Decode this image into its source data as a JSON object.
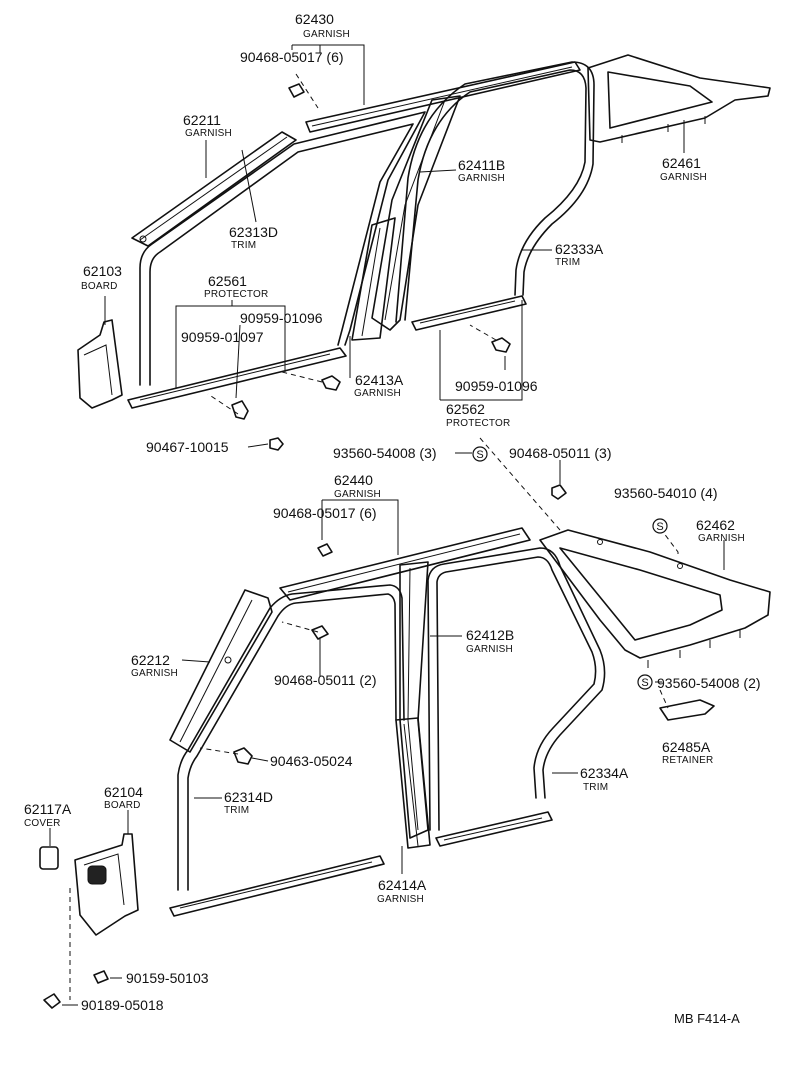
{
  "callouts": {
    "c62430": {
      "num": "62430",
      "name": "GARNISH"
    },
    "c90468_05017_top": {
      "num": "90468-05017 (6)"
    },
    "c62211": {
      "num": "62211",
      "name": "GARNISH"
    },
    "c62313D": {
      "num": "62313D",
      "name": "TRIM"
    },
    "c62411B": {
      "num": "62411B",
      "name": "GARNISH"
    },
    "c62461": {
      "num": "62461",
      "name": "GARNISH"
    },
    "c62333A": {
      "num": "62333A",
      "name": "TRIM"
    },
    "c62103": {
      "num": "62103",
      "name": "BOARD"
    },
    "c62561": {
      "num": "62561",
      "name": "PROTECTOR"
    },
    "c90959_01096_a": {
      "num": "90959-01096"
    },
    "c90959_01097": {
      "num": "90959-01097"
    },
    "c62413A": {
      "num": "62413A",
      "name": "GARNISH"
    },
    "c90959_01096_b": {
      "num": "90959-01096"
    },
    "c62562": {
      "num": "62562",
      "name": "PROTECTOR"
    },
    "c90467_10015": {
      "num": "90467-10015"
    },
    "c93560_54008_3": {
      "num": "93560-54008 (3)"
    },
    "c90468_05011_3": {
      "num": "90468-05011 (3)"
    },
    "c62440": {
      "num": "62440",
      "name": "GARNISH"
    },
    "c90468_05017_bot": {
      "num": "90468-05017 (6)"
    },
    "c93560_54010": {
      "num": "93560-54010 (4)"
    },
    "c62462": {
      "num": "62462",
      "name": "GARNISH"
    },
    "c62412B": {
      "num": "62412B",
      "name": "GARNISH"
    },
    "c62212": {
      "num": "62212",
      "name": "GARNISH"
    },
    "c90468_05011_2": {
      "num": "90468-05011 (2)"
    },
    "c93560_54008_2": {
      "num": "93560-54008 (2)"
    },
    "c62485A": {
      "num": "62485A",
      "name": "RETAINER"
    },
    "c90463_05024": {
      "num": "90463-05024"
    },
    "c62334A": {
      "num": "62334A",
      "name": "TRIM"
    },
    "c62314D": {
      "num": "62314D",
      "name": "TRIM"
    },
    "c62104": {
      "num": "62104",
      "name": "BOARD"
    },
    "c62117A": {
      "num": "62117A",
      "name": "COVER"
    },
    "c62414A": {
      "num": "62414A",
      "name": "GARNISH"
    },
    "c90159_50103": {
      "num": "90159-50103"
    },
    "c90189_05018": {
      "num": "90189-05018"
    }
  },
  "symbol_letter": "S",
  "footer": {
    "code": "MB  F414-A"
  }
}
